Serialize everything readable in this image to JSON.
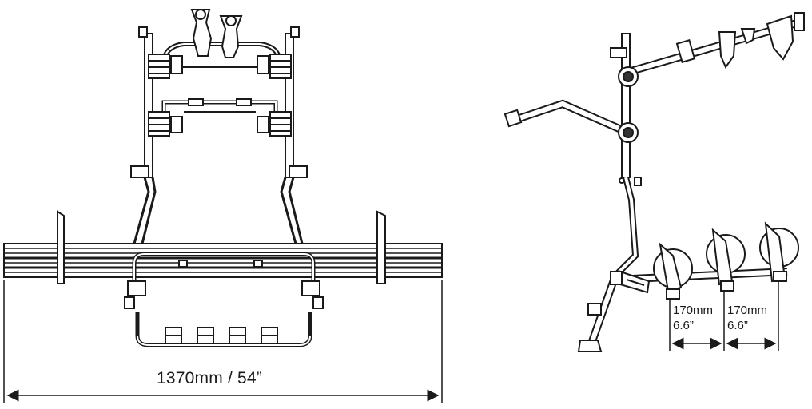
{
  "dimensions": {
    "total_width": "1370mm / 54”",
    "spacing_1_mm": "170mm",
    "spacing_1_in": "6.6”",
    "spacing_2_mm": "170mm",
    "spacing_2_in": "6.6”"
  },
  "colors": {
    "line": "#1a1a1a",
    "fill": "#ffffff",
    "dark": "#333333"
  }
}
